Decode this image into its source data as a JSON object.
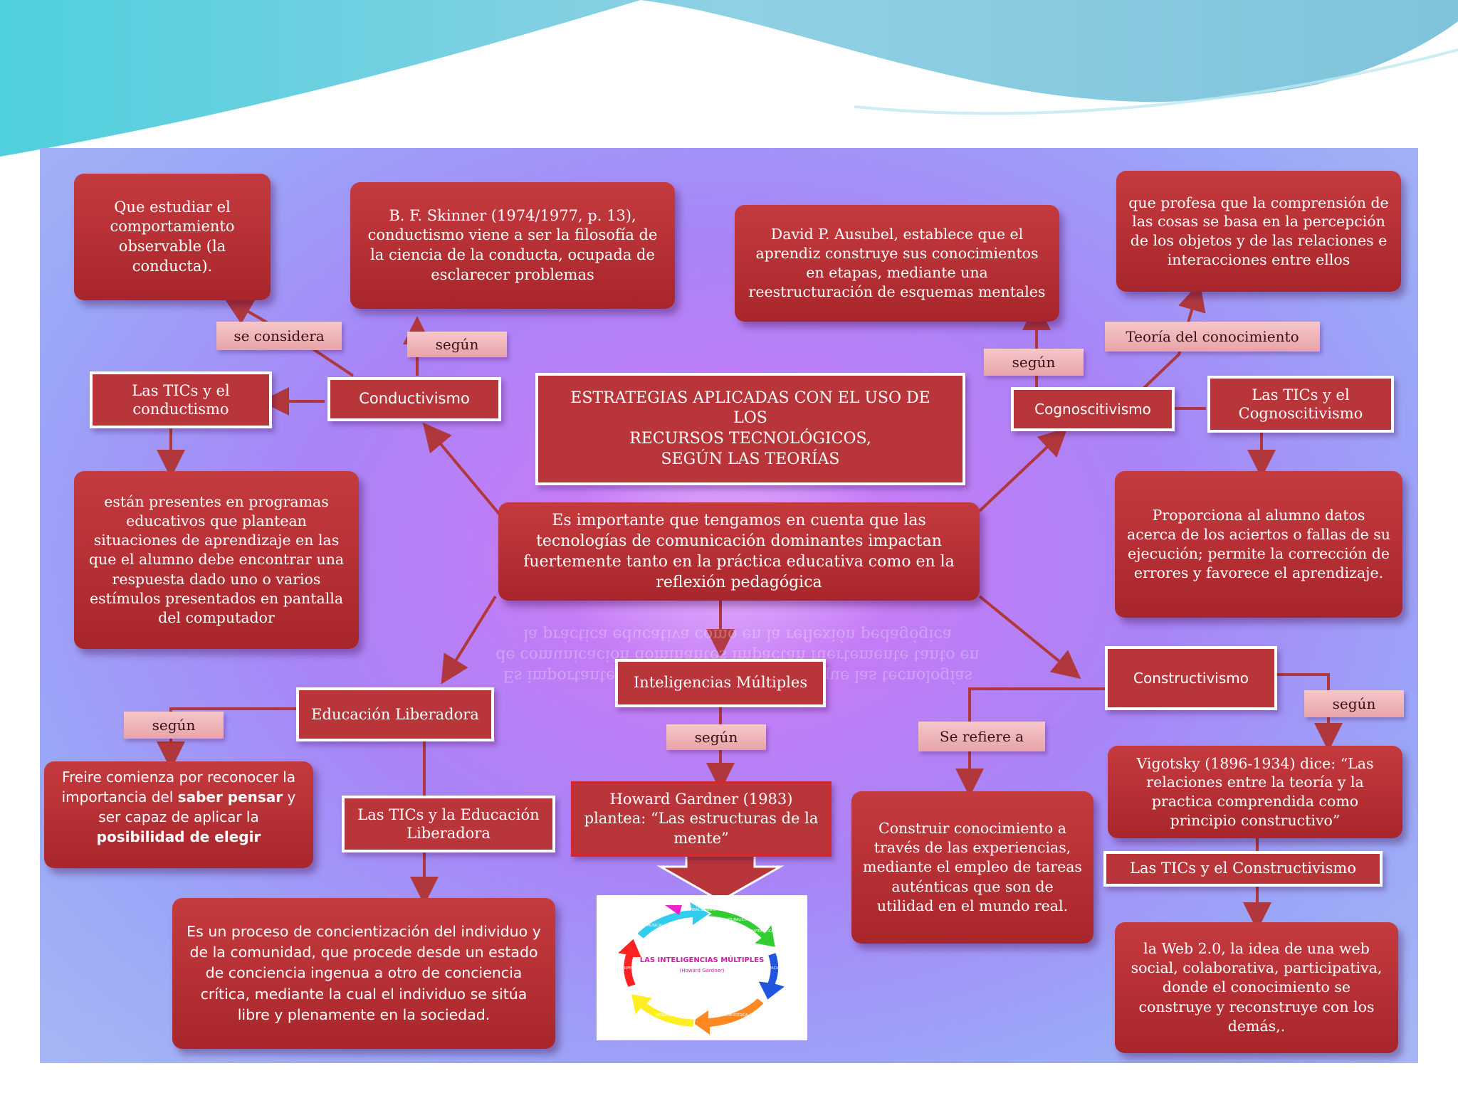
{
  "title": {
    "line1": "ESTRATEGIAS APLICADAS CON EL USO DE",
    "line2": "LOS",
    "line3": "RECURSOS TECNOLÓGICOS,",
    "line4": "SEGÚN LAS TEORÍAS"
  },
  "center": "Es importante que tengamos en cuenta que las tecnologías de comunicación dominantes impactan fuertemente tanto en la práctica educativa como en la reflexión pedagógica",
  "conductivismo": {
    "label": "Conductivismo",
    "se_considera": "se considera",
    "definition": "Que estudiar el comportamiento observable (la conducta).",
    "segun": "según",
    "skinner": "B. F. Skinner (1974/1977, p. 13), conductismo viene a ser la filosofía de la ciencia de la conducta, ocupada de esclarecer problemas",
    "tics_label": "Las TICs y el conductismo",
    "tics_text": "están presentes en programas educativos que plantean situaciones de aprendizaje en las que el alumno debe encontrar una respuesta dado uno o varios estímulos presentados en pantalla del computador"
  },
  "cognoscitivismo": {
    "label": "Cognoscitivismo",
    "segun": "según",
    "ausubel": "David P. Ausubel, establece que el aprendiz construye sus conocimientos en etapas, mediante una reestructuración de esquemas mentales",
    "teoria": "Teoría del conocimiento",
    "profesa": "que profesa que la comprensión de las cosas se basa en la percepción de los objetos y de las relaciones e interacciones entre ellos",
    "tics_label": "Las TICs y el Cognoscitivismo",
    "tics_text": "Proporciona al alumno datos acerca de los aciertos o fallas de su ejecución; permite la corrección de errores y favorece el aprendizaje."
  },
  "educacion": {
    "label": "Educación Liberadora",
    "segun": "según",
    "freire": {
      "part1": "Freire comienza por reconocer la importancia del ",
      "bold1": "saber pensar",
      "part2": " y ser capaz de aplicar la ",
      "bold2": "posibilidad de elegir"
    },
    "tics_label": "Las TICs y la Educación Liberadora",
    "tics_text": "Es un proceso de concientización del individuo y de la comunidad, que procede desde un estado de conciencia ingenua a otro de conciencia crítica, mediante la cual el individuo se sitúa libre y plenamente en la sociedad."
  },
  "inteligencias": {
    "label": "Inteligencias Múltiples",
    "segun": "según",
    "gardner": "Howard Gardner (1983) plantea: “Las estructuras de la mente”",
    "image_title": "LAS INTELIGENCIAS MÚLTIPLES",
    "image_subtitle": "(Howard Gardner)",
    "image_labels": [
      "MUSICAL",
      "VERBAL LINGÜÍSTICA",
      "LÓGICO MATEMÁTICA",
      "ESPACIAL",
      "KINESTÉSICA",
      "INTRAPERSONAL",
      "INTERPERSONAL",
      "NATURALISTA"
    ]
  },
  "constructivismo": {
    "label": "Constructivismo",
    "se_refiere": "Se refiere a",
    "construir": "Construir conocimiento a través de las experiencias, mediante el empleo de tareas auténticas que son de utilidad en el mundo real.",
    "segun": "según",
    "vigotsky": "Vigotsky (1896-1934) dice: “Las relaciones entre la teoría y la practica comprendida como principio constructivo”",
    "tics_label": "Las TICs y el Constructivismo",
    "tics_text": "la Web 2.0, la idea de una web social, colaborativa, participativa, donde el conocimiento se construye y reconstruye con los demás,."
  },
  "colors": {
    "node_red": "#b8353a",
    "chip_pink": "#f2b9bc",
    "arrow": "#b0383c",
    "background": "#a884f7"
  }
}
